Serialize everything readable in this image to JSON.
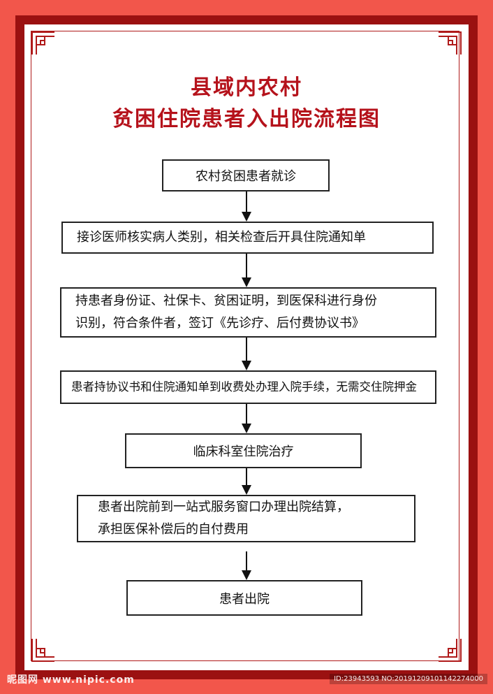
{
  "title": {
    "line1": "县域内农村",
    "line2": "贫困住院患者入出院流程图"
  },
  "steps": [
    "农村贫困患者就诊",
    "接诊医师核实病人类别，相关检查后开具住院通知单",
    "持患者身份证、社保卡、贫困证明，到医保科进行身份识别，符合条件者，签订《先诊疗、后付费协议书》",
    "患者持协议书和住院通知单到收费处办理入院手续，无需交住院押金",
    "临床科室住院治疗",
    "患者出院前到一站式服务窗口办理出院结算，承担医保补偿后的自付费用",
    "患者出院"
  ],
  "step_lines": {
    "step3_line1": "持患者身份证、社保卡、贫困证明，到医保科进行身份",
    "step3_line2": "识别，符合条件者，签订《先诊疗、后付费协议书》",
    "step6_line1": "患者出院前到一站式服务窗口办理出院结算，",
    "step6_line2": "承担医保补偿后的自付费用"
  },
  "watermark": {
    "left": "昵图网 www.nipic.com",
    "right": "ID:23943593 NO:20191209101142274000"
  },
  "colors": {
    "background": "#f2564b",
    "frame": "#9b1111",
    "title": "#b5121b"
  }
}
